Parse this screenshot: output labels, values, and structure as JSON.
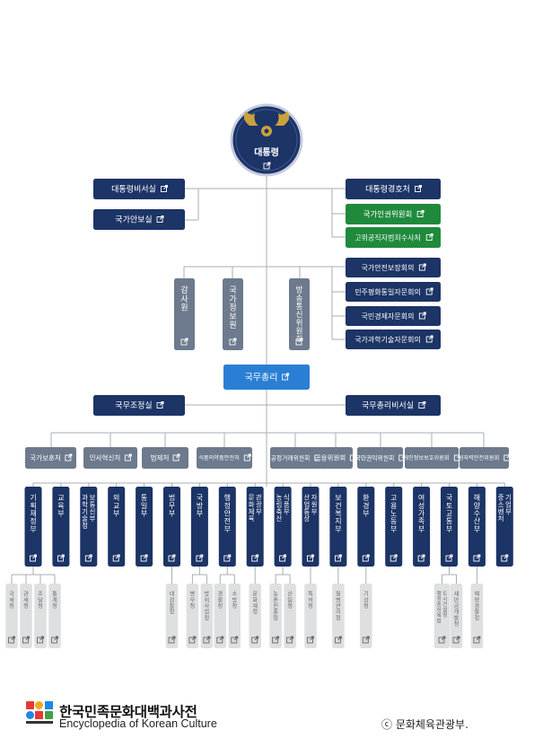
{
  "president": {
    "label": "대통령",
    "emblem": "bonghwang-emblem"
  },
  "left_staff": [
    "대통령비서실",
    "국가안보실"
  ],
  "right_staff_navy": [
    "대통령경호처"
  ],
  "right_staff_green": [
    "국가인권위원회",
    "고위공직자범죄수사처"
  ],
  "vertical_agencies": [
    "감사원",
    "국가정보원",
    "방송통신위원회"
  ],
  "councils": [
    "국가안전보장회의",
    "민주평화통일자문회의",
    "국민경제자문회의",
    "국가과학기술자문회의"
  ],
  "prime_minister": "국무총리",
  "pm_offices": [
    "국무조정실",
    "국무총리비서실"
  ],
  "pm_agencies": [
    "국가보훈처",
    "인사혁신처",
    "법제처",
    "식품의약품안전처",
    "공정거래위원회",
    "금융위원회",
    "국민권익위원회",
    "개인정보보호위원회",
    "원자력안전위원회"
  ],
  "ministries": [
    "기획재정부",
    "교육부",
    "과학기술정보통신부",
    "외교부",
    "통일부",
    "법무부",
    "국방부",
    "행정안전부",
    "문화체육관광부",
    "농림축산식품부",
    "산업통상자원부",
    "보건복지부",
    "환경부",
    "고용노동부",
    "여성가족부",
    "국토교통부",
    "해양수산부",
    "중소벤처기업부"
  ],
  "sub_agencies": [
    {
      "ministry": 0,
      "names": [
        "국세청",
        "관세청",
        "조달청",
        "통계청"
      ]
    },
    {
      "ministry": 5,
      "names": [
        "대검찰청"
      ]
    },
    {
      "ministry": 6,
      "names": [
        "병무청",
        "방위사업청"
      ]
    },
    {
      "ministry": 7,
      "names": [
        "경찰청",
        "소방청"
      ]
    },
    {
      "ministry": 8,
      "names": [
        "문화재청"
      ]
    },
    {
      "ministry": 9,
      "names": [
        "농촌진흥청",
        "산림청"
      ]
    },
    {
      "ministry": 10,
      "names": [
        "특허청"
      ]
    },
    {
      "ministry": 11,
      "names": [
        "질병관리청"
      ]
    },
    {
      "ministry": 12,
      "names": [
        "기상청"
      ]
    },
    {
      "ministry": 15,
      "names": [
        "행정중심복합도시건설청",
        "새만금개발청"
      ]
    },
    {
      "ministry": 16,
      "names": [
        "해양경찰청"
      ]
    }
  ],
  "footer": {
    "brand_ko": "한국민족문화대백과사전",
    "brand_en": "Encyclopedia of Korean Culture",
    "copyright": "ⓒ 문화체육관광부."
  },
  "colors": {
    "navy": "#1c3466",
    "green": "#1f8a3c",
    "gray": "#6d7a8d",
    "light_box": "#dedfe1",
    "blue": "#2a7fd4",
    "line": "#a9adb3",
    "gold": "#c9a23c"
  },
  "icons": {
    "link": "external-link-icon"
  }
}
